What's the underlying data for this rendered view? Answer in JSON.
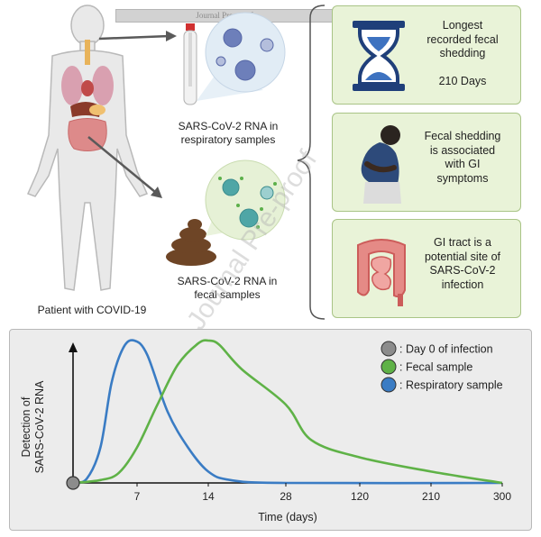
{
  "header": {
    "journal_text": "Journal Pre-proof"
  },
  "watermark": {
    "text": "Journal Pre-proof"
  },
  "left_figure": {
    "respiratory_caption": [
      "SARS-CoV-2 RNA in",
      "respiratory samples"
    ],
    "fecal_caption": [
      "SARS-CoV-2 RNA in",
      "fecal samples"
    ],
    "patient_caption": "Patient with COVID-19"
  },
  "cards": [
    {
      "lines": [
        "Longest",
        "recorded fecal",
        "shedding",
        "",
        "210 Days"
      ],
      "icon": "hourglass-icon"
    },
    {
      "lines": [
        "Fecal shedding",
        "is associated",
        "with GI",
        "symptoms"
      ],
      "icon": "person-abdominal-pain-icon"
    },
    {
      "lines": [
        "GI tract is a",
        "potential site of",
        "SARS-CoV-2",
        "infection"
      ],
      "icon": "intestine-icon"
    }
  ],
  "colors": {
    "respiratory": "#3a7cc4",
    "fecal": "#5fb247",
    "day0": "#8c8c8c",
    "card_bg": "#e9f3d8",
    "card_border": "#a9c486"
  },
  "chart_data": {
    "type": "line",
    "xlabel": "Time (days)",
    "ylabel": [
      "Detection of",
      "SARS-CoV-2 RNA"
    ],
    "x_ticks": [
      "7",
      "14",
      "28",
      "120",
      "210",
      "300"
    ],
    "legend": [
      {
        "label": ": Day 0 of infection",
        "color": "#8c8c8c"
      },
      {
        "label": ": Fecal sample",
        "color": "#5fb247"
      },
      {
        "label": ": Respiratory sample",
        "color": "#3a7cc4"
      }
    ],
    "legend_position": "top-right",
    "series": [
      {
        "name": "Respiratory sample",
        "color": "#3a7cc4",
        "points": [
          [
            0,
            0
          ],
          [
            1.5,
            0.03
          ],
          [
            3,
            0.25
          ],
          [
            4.2,
            0.7
          ],
          [
            5.5,
            0.95
          ],
          [
            6.7,
            1.0
          ],
          [
            8,
            0.9
          ],
          [
            10,
            0.5
          ],
          [
            12,
            0.25
          ],
          [
            14,
            0.08
          ],
          [
            18,
            0.02
          ],
          [
            28,
            0.0
          ],
          [
            300,
            0.0
          ]
        ]
      },
      {
        "name": "Fecal sample",
        "color": "#5fb247",
        "points": [
          [
            0,
            0
          ],
          [
            3,
            0.02
          ],
          [
            5,
            0.07
          ],
          [
            7,
            0.25
          ],
          [
            9,
            0.55
          ],
          [
            11,
            0.83
          ],
          [
            13,
            0.98
          ],
          [
            14,
            1.0
          ],
          [
            16,
            0.97
          ],
          [
            20,
            0.8
          ],
          [
            28,
            0.55
          ],
          [
            60,
            0.3
          ],
          [
            120,
            0.18
          ],
          [
            210,
            0.08
          ],
          [
            300,
            0.0
          ]
        ]
      }
    ],
    "day0_point": [
      0,
      0
    ]
  }
}
